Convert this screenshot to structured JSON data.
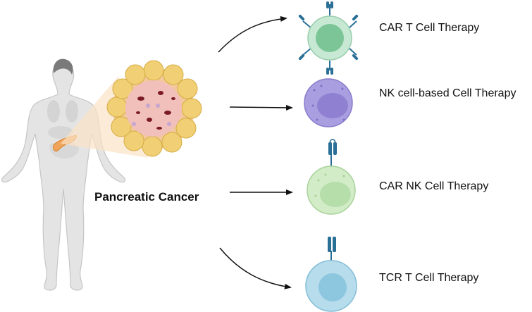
{
  "diagram": {
    "source_label": "Pancreatic Cancer",
    "therapies": [
      {
        "label": "CAR T Cell Therapy",
        "cell_color": "#8fcfa8",
        "nucleus_color": "#7cc596"
      },
      {
        "label": "NK cell-based Cell Therapy",
        "cell_color": "#a99ee0",
        "nucleus_color": "#8f80d2"
      },
      {
        "label": "CAR NK Cell Therapy",
        "cell_color": "#d3ecc8",
        "nucleus_color": "#b5deaa"
      },
      {
        "label": "TCR T Cell Therapy",
        "cell_color": "#b7dcec",
        "nucleus_color": "#8cc6df"
      }
    ],
    "colors": {
      "body": "#e4e4e4",
      "pancreas": "#f0a35a",
      "tumor_outer": "#f1cf74",
      "receptor": "#2a6f96"
    }
  }
}
